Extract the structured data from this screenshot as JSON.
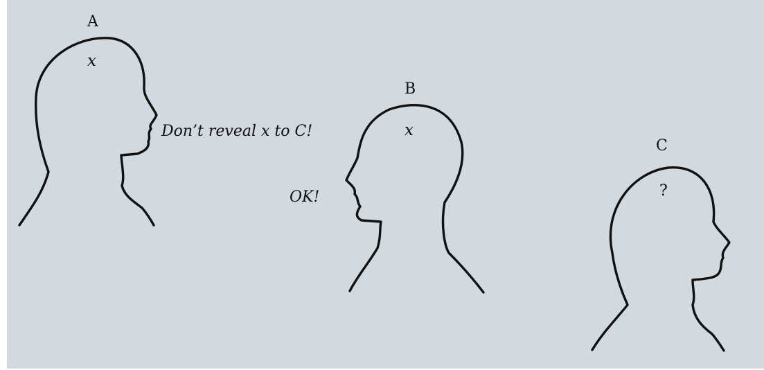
{
  "colors": {
    "background": "#d2d9df",
    "outline": "#111111",
    "text": "#111111"
  },
  "persons": [
    {
      "name": "A",
      "knowledge": "x"
    },
    {
      "name": "B",
      "knowledge": "x"
    },
    {
      "name": "C",
      "knowledge": "?"
    }
  ],
  "speech": {
    "a_to_b": "Don’t reveal x to C!",
    "b_reply": "OK!"
  }
}
